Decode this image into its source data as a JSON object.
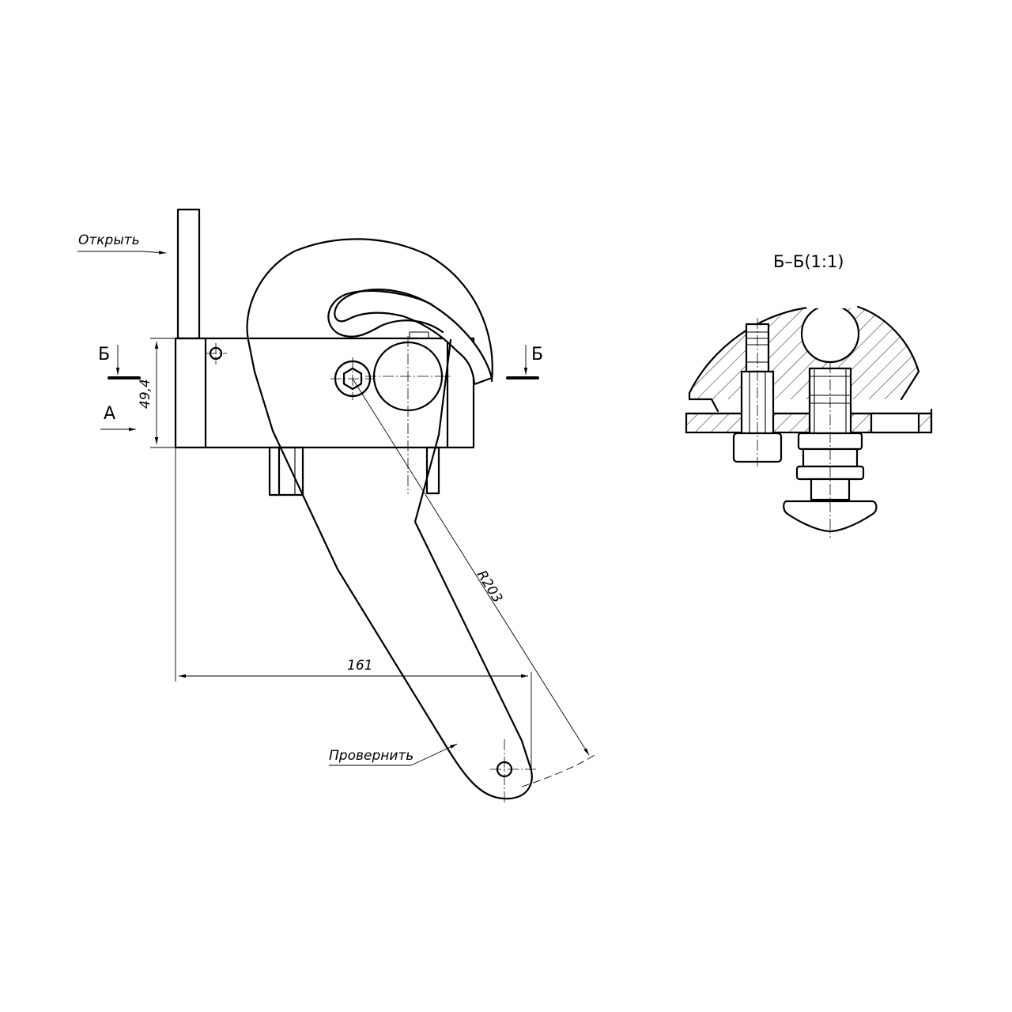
{
  "main_view": {
    "label_open": "Открыть",
    "label_rotate": "Проверни­ть",
    "section_mark": "Б",
    "view_mark": "А",
    "dim_height": "49,4",
    "dim_width": "161",
    "dim_radius": "R203"
  },
  "section_view": {
    "title": "Б–Б(1:1)"
  }
}
